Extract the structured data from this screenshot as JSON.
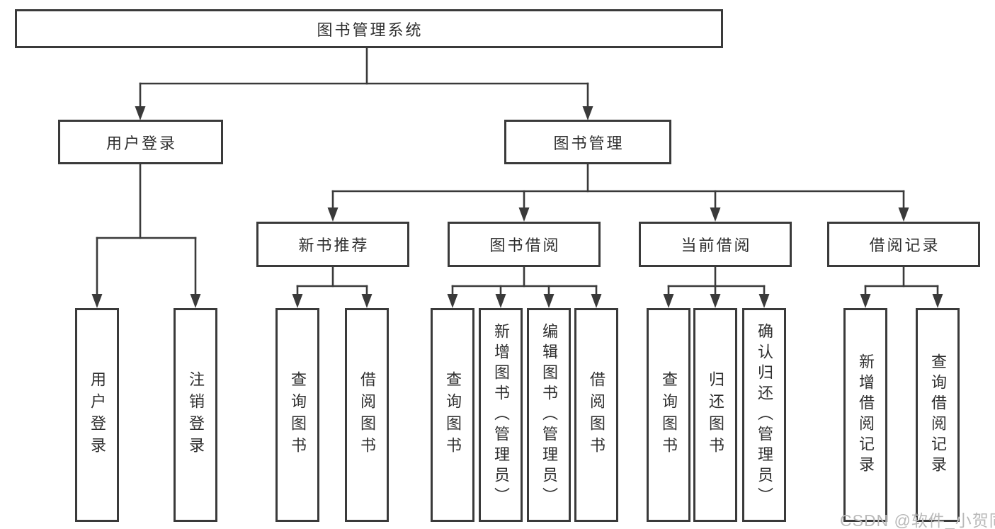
{
  "tree": {
    "root": "图书管理系统",
    "branches": [
      {
        "label": "用户登录",
        "children": [
          "用户登录",
          "注销登录"
        ]
      },
      {
        "label": "图书管理",
        "groups": [
          {
            "label": "新书推荐",
            "children": [
              "查询图书",
              "借阅图书"
            ]
          },
          {
            "label": "图书借阅",
            "children": [
              "查询图书",
              "新增图书（管理员）",
              "编辑图书（管理员）",
              "借阅图书"
            ]
          },
          {
            "label": "当前借阅",
            "children": [
              "查询图书",
              "归还图书",
              "确认归还（管理员）"
            ]
          },
          {
            "label": "借阅记录",
            "children": [
              "新增借阅记录",
              "查询借阅记录"
            ]
          }
        ]
      }
    ]
  },
  "watermark": "CSDN @软件_小贺同学",
  "colors": {
    "line": "#3a3a3a",
    "text": "#2f2f2f",
    "watermark": "#b9b9b9",
    "background": "#ffffff"
  }
}
